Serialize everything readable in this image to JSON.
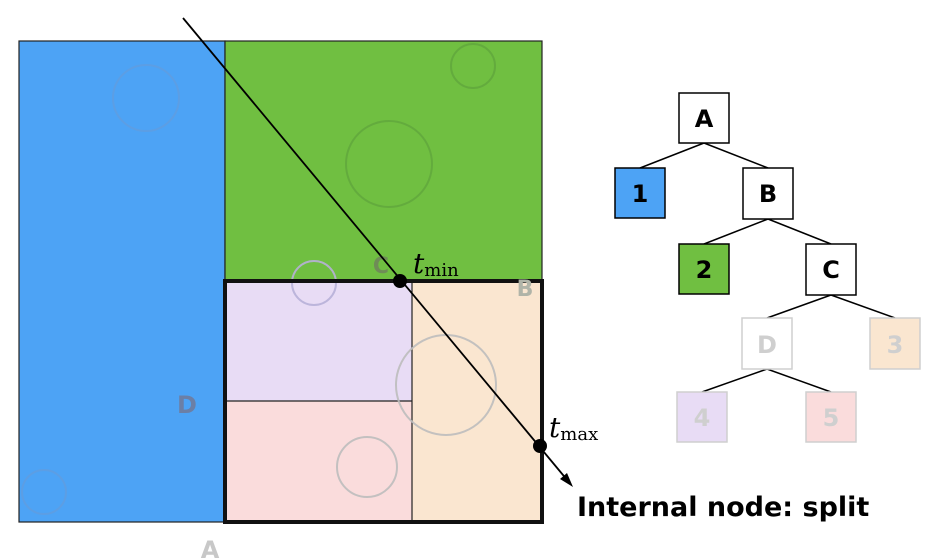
{
  "regions": {
    "a_label": "A",
    "b_label": "B",
    "c_label": "C",
    "d_label": "D",
    "leaf1_color": "#4da3f5",
    "leaf2_color": "#70bf41",
    "leaf3_color": "#fae6d0",
    "leaf4_color": "#e8dcf5",
    "leaf5_color": "#fadcdc"
  },
  "ray": {
    "t_min_symbol": "t",
    "t_min_sub": "min",
    "t_max_symbol": "t",
    "t_max_sub": "max"
  },
  "tree": {
    "node_a": "A",
    "node_b": "B",
    "node_c": "C",
    "node_d": "D",
    "leaf_1": "1",
    "leaf_2": "2",
    "leaf_3": "3",
    "leaf_4": "4",
    "leaf_5": "5"
  },
  "caption": "Internal node: split"
}
